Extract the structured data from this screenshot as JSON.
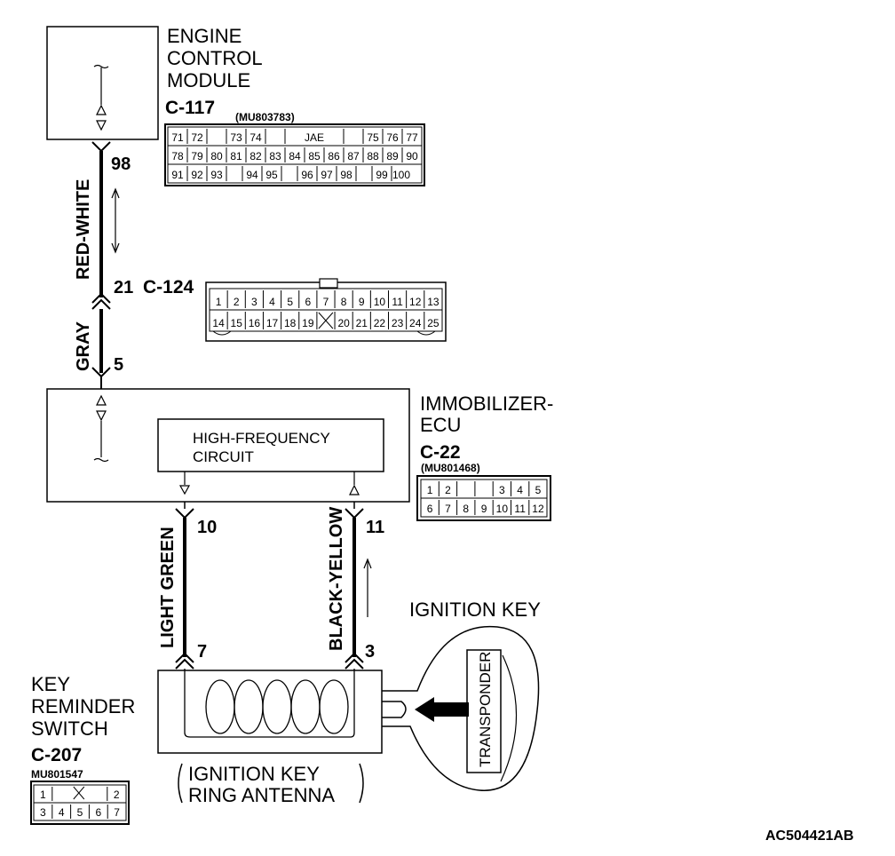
{
  "ecm": {
    "title_lines": [
      "ENGINE",
      "CONTROL",
      "MODULE"
    ],
    "connector": "C-117",
    "part_no": "(MU803783)",
    "pin_out": "98",
    "pin_grid": [
      [
        "71",
        "72",
        "",
        "73",
        "74",
        "",
        "JAE",
        "",
        "75",
        "76",
        "77"
      ],
      [
        "78",
        "79",
        "80",
        "81",
        "82",
        "83",
        "84",
        "85",
        "86",
        "87",
        "88",
        "89",
        "90"
      ],
      [
        "91",
        "92",
        "93",
        "",
        "94",
        "95",
        "",
        "96",
        "97",
        "98",
        "",
        "99",
        "100"
      ]
    ]
  },
  "wire_top": {
    "color_upper": "RED-WHITE",
    "color_lower": "GRAY"
  },
  "junction": {
    "pin_in": "21",
    "connector": "C-124",
    "pin_out": "5",
    "pin_grid": [
      [
        "1",
        "2",
        "3",
        "4",
        "5",
        "6",
        "7",
        "8",
        "9",
        "10",
        "11",
        "12",
        "13"
      ],
      [
        "14",
        "15",
        "16",
        "17",
        "18",
        "19",
        "",
        "20",
        "21",
        "22",
        "23",
        "24",
        "25"
      ]
    ]
  },
  "immobilizer": {
    "title_lines": [
      "IMMOBILIZER-",
      "ECU"
    ],
    "connector": "C-22",
    "part_no": "(MU801468)",
    "circuit_lines": [
      "HIGH-FREQUENCY",
      "CIRCUIT"
    ],
    "pin_left": "10",
    "pin_right": "11",
    "pin_grid": [
      [
        "1",
        "2",
        "",
        "",
        "3",
        "4",
        "5"
      ],
      [
        "6",
        "7",
        "8",
        "9",
        "10",
        "11",
        "12"
      ]
    ]
  },
  "wires_bottom": {
    "left_color": "LIGHT GREEN",
    "right_color": "BLACK-YELLOW"
  },
  "key_switch": {
    "title_lines": [
      "KEY",
      "REMINDER",
      "SWITCH"
    ],
    "connector": "C-207",
    "part_no": "MU801547",
    "pin_left": "7",
    "pin_right": "3",
    "pin_grid": [
      [
        "1",
        "",
        "2"
      ],
      [
        "3",
        "4",
        "5",
        "6",
        "7"
      ]
    ]
  },
  "antenna": {
    "lines": [
      "IGNITION KEY",
      "RING ANTENNA"
    ]
  },
  "ignition_key": {
    "label": "IGNITION KEY",
    "transponder": "TRANSPONDER"
  },
  "figure_id": "AC504421AB"
}
